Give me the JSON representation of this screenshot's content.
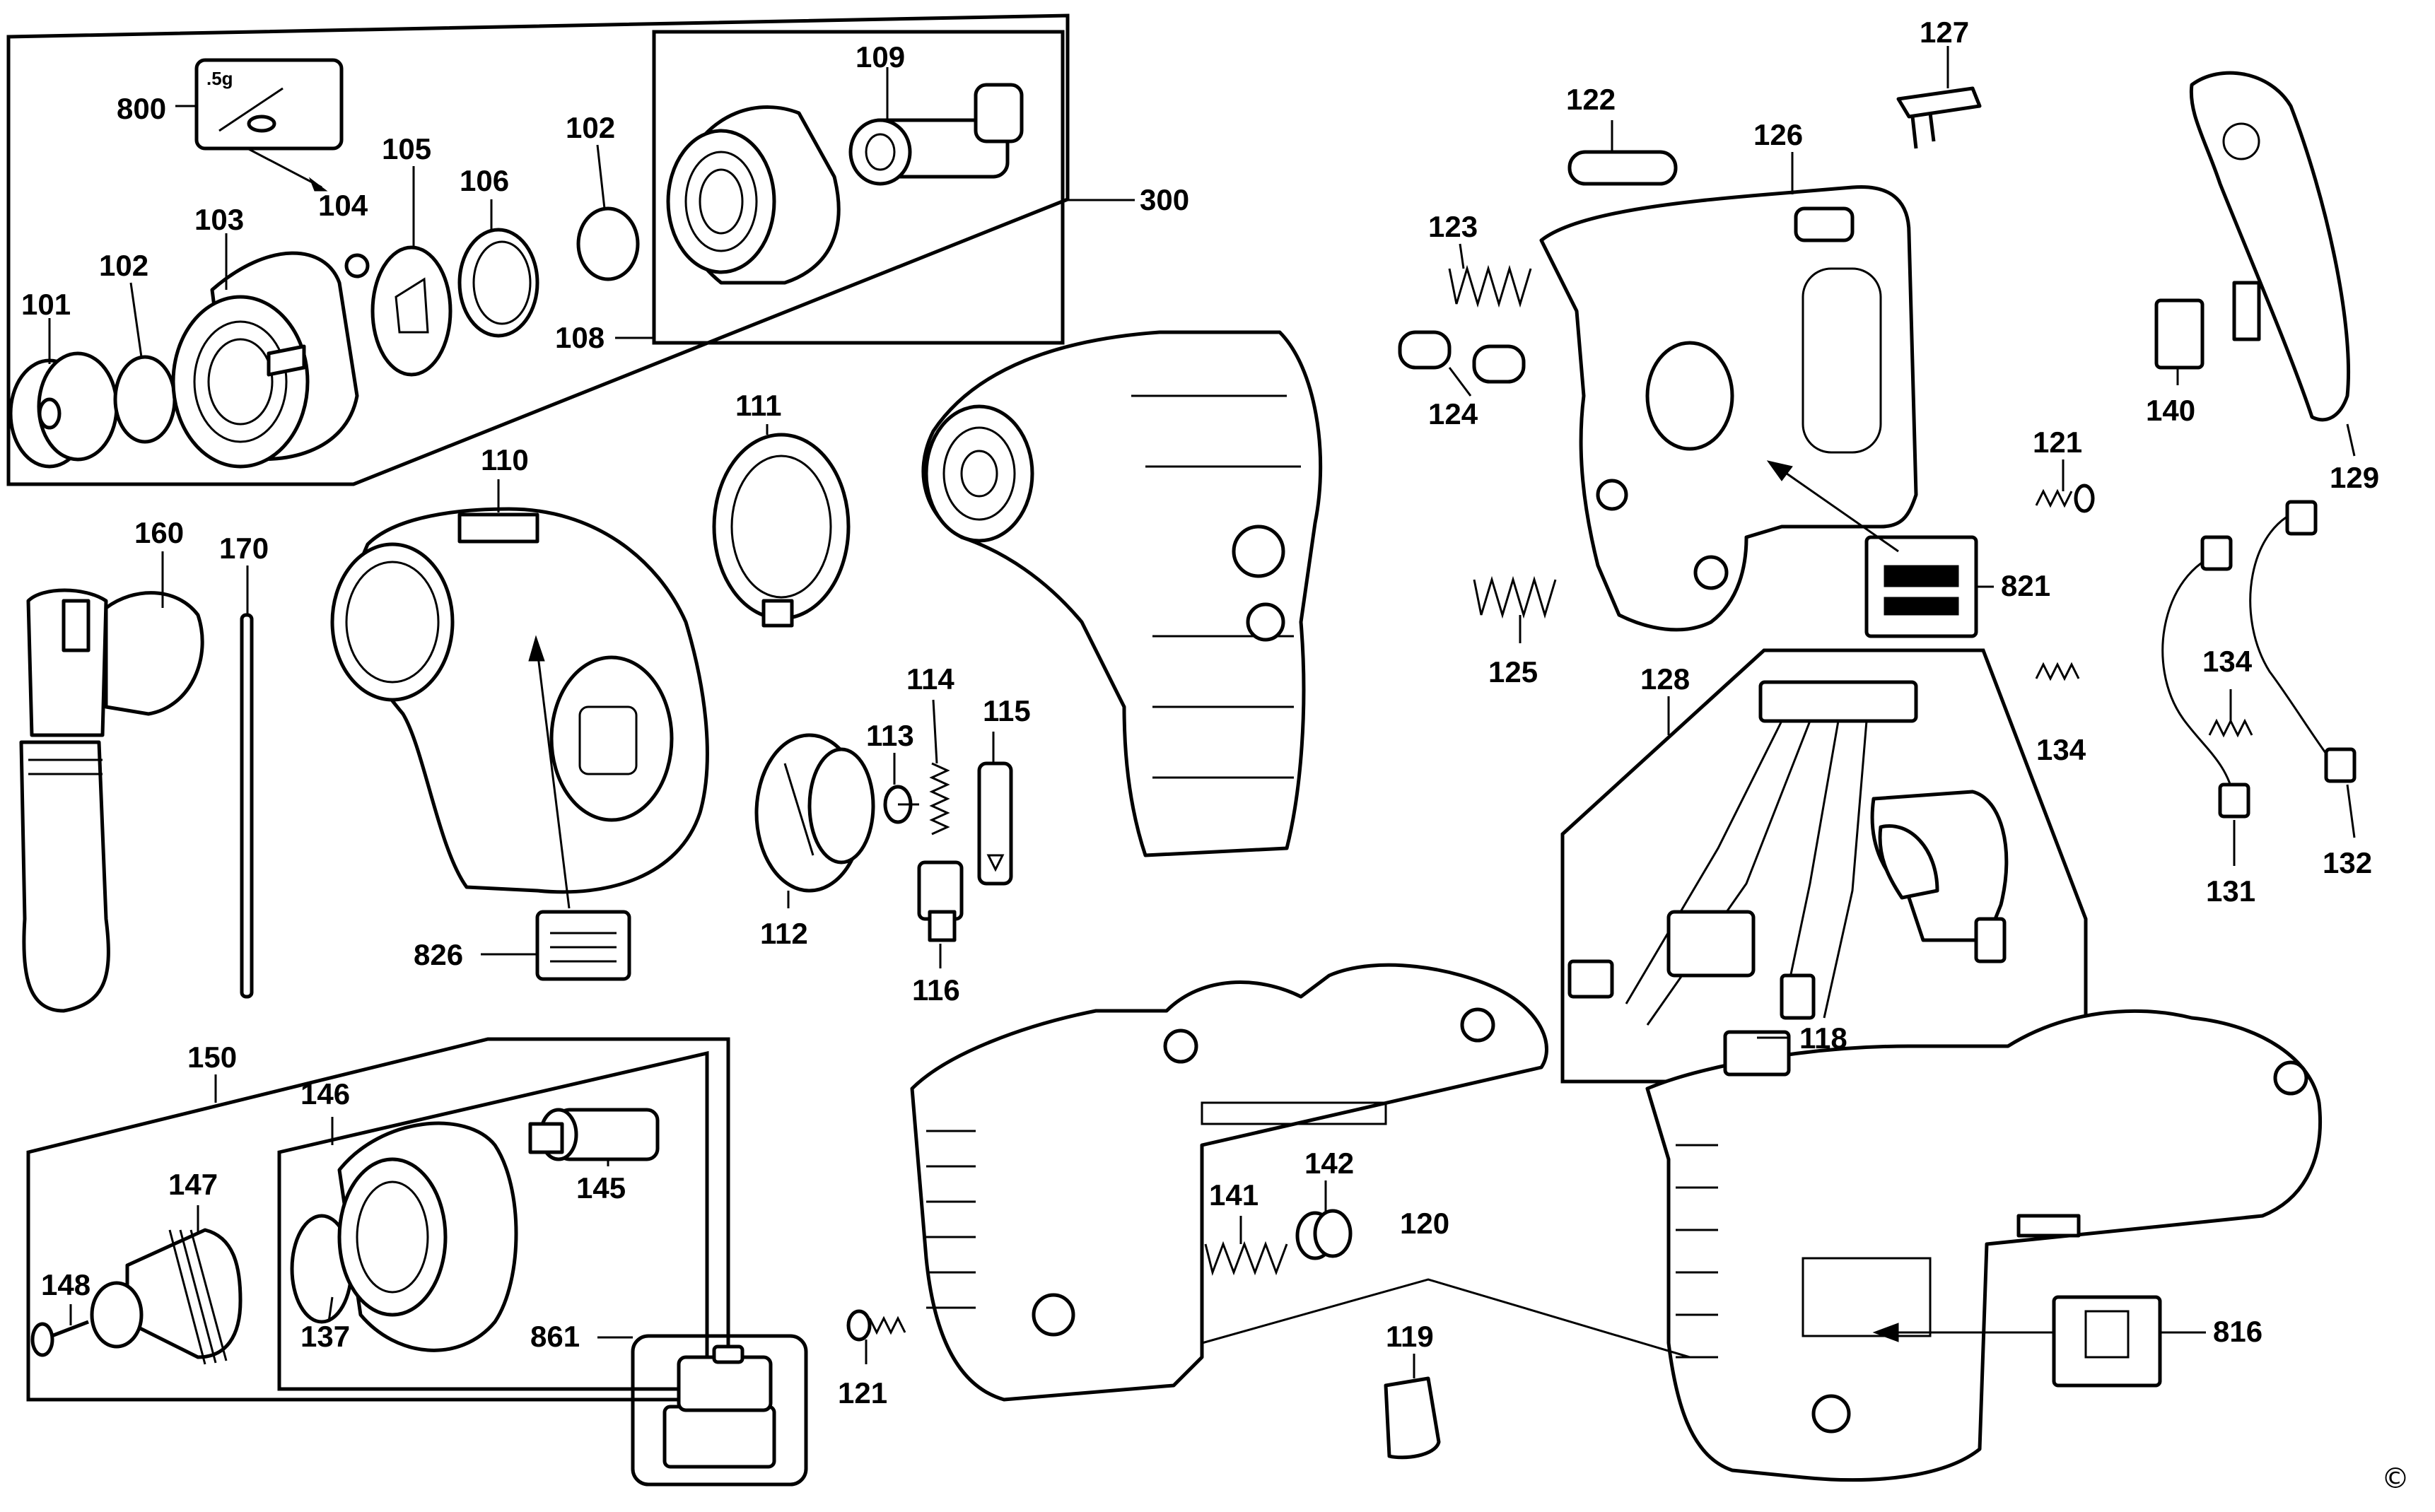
{
  "labels": {
    "p101": "101",
    "p102a": "102",
    "p102b": "102",
    "p103": "103",
    "p104": "104",
    "p105": "105",
    "p106": "106",
    "p108": "108",
    "p109": "109",
    "p110": "110",
    "p111": "111",
    "p112": "112",
    "p113": "113",
    "p114": "114",
    "p115": "115",
    "p116": "116",
    "p118": "118",
    "p119": "119",
    "p120": "120",
    "p121a": "121",
    "p121b": "121",
    "p122": "122",
    "p123": "123",
    "p124": "124",
    "p125": "125",
    "p126": "126",
    "p127": "127",
    "p128": "128",
    "p129": "129",
    "p131": "131",
    "p132": "132",
    "p134a": "134",
    "p134b": "134",
    "p137": "137",
    "p140": "140",
    "p141": "141",
    "p142": "142",
    "p145": "145",
    "p146": "146",
    "p147": "147",
    "p148": "148",
    "p150": "150",
    "p160": "160",
    "p170": "170",
    "p300": "300",
    "p800": "800",
    "p816": "816",
    "p821": "821",
    "p826": "826",
    "p861": "861"
  },
  "grease_label": ".5g",
  "copyright": "©"
}
